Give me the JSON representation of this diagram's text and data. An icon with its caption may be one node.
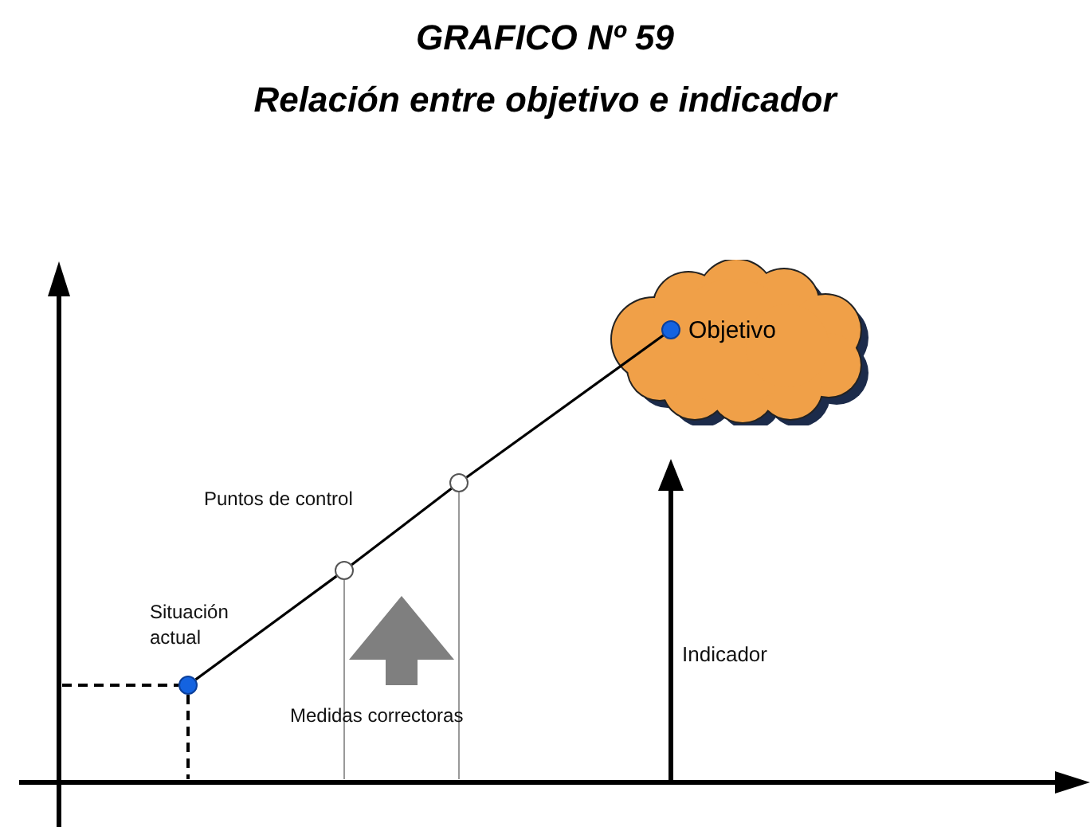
{
  "diagram": {
    "title": "GRAFICO Nº 59",
    "nodes": [
      {
        "text": [
          "Objetivo"
        ]
      },
      {
        "text": [],
        "shape": "circle",
        "beside": [
          "Situación actual"
        ]
      },
      {
        "text": [],
        "shape": "circle"
      },
      {
        "text": [],
        "shape": "circle"
      },
      {
        "text": [],
        "shape": "circle",
        "in": 0
      }
    ],
    "edges": [
      {
        "from": 1,
        "to": 2,
        "arrow": "none"
      },
      {
        "from": 2,
        "to": 3,
        "arrow": "none"
      },
      {
        "from": 3,
        "to": 4,
        "arrow": "none"
      }
    ],
    "labels": [
      "Relación entre objetivo e indicador",
      "Puntos de control",
      "Medidas correctoras",
      "Indicador"
    ]
  }
}
